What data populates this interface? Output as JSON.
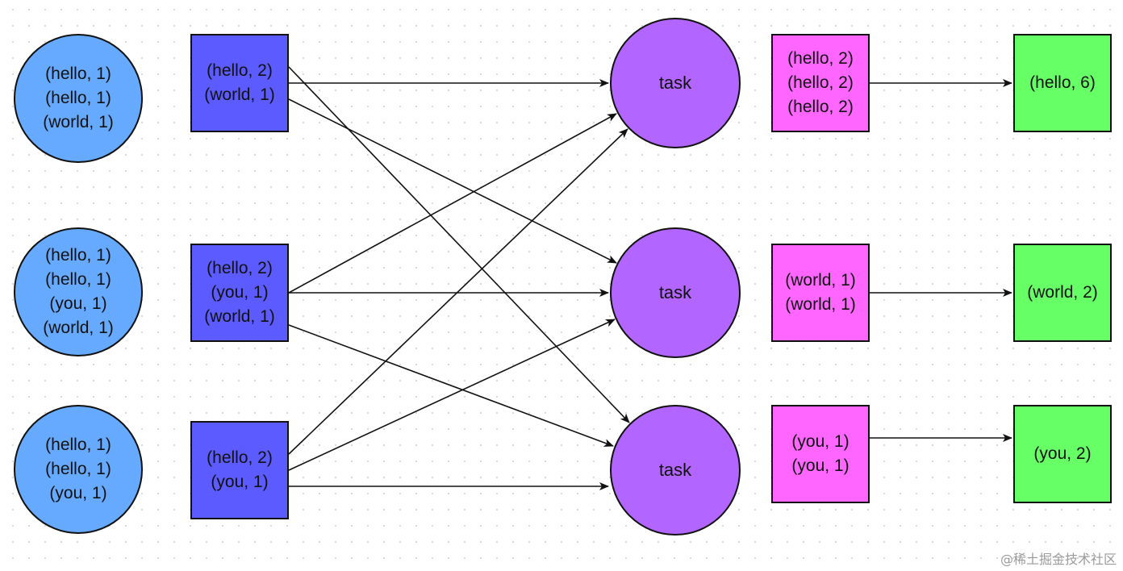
{
  "colors": {
    "input_circle": "#66aaff",
    "combined_box": "#5b5bff",
    "task_circle": "#b266ff",
    "grouped_box": "#ff66ff",
    "result_box": "#66ff66"
  },
  "inputs": [
    {
      "lines": [
        "(hello, 1)",
        "(hello, 1)",
        "(world, 1)"
      ]
    },
    {
      "lines": [
        "(hello, 1)",
        "(hello, 1)",
        "(you, 1)",
        "(world, 1)"
      ]
    },
    {
      "lines": [
        "(hello, 1)",
        "(hello, 1)",
        "(you, 1)"
      ]
    }
  ],
  "combined": [
    {
      "lines": [
        "(hello, 2)",
        "(world, 1)"
      ]
    },
    {
      "lines": [
        "(hello, 2)",
        "(you, 1)",
        "(world, 1)"
      ]
    },
    {
      "lines": [
        "(hello, 2)",
        "(you, 1)"
      ]
    }
  ],
  "tasks": [
    {
      "label": "task"
    },
    {
      "label": "task"
    },
    {
      "label": "task"
    }
  ],
  "grouped": [
    {
      "lines": [
        "(hello, 2)",
        "(hello, 2)",
        "(hello, 2)"
      ]
    },
    {
      "lines": [
        "(world, 1)",
        "(world, 1)"
      ]
    },
    {
      "lines": [
        "(you, 1)",
        "(you, 1)"
      ]
    }
  ],
  "results": [
    {
      "lines": [
        "(hello, 6)"
      ]
    },
    {
      "lines": [
        "(world, 2)"
      ]
    },
    {
      "lines": [
        "(you, 2)"
      ]
    }
  ],
  "watermark": "@稀土掘金技术社区"
}
